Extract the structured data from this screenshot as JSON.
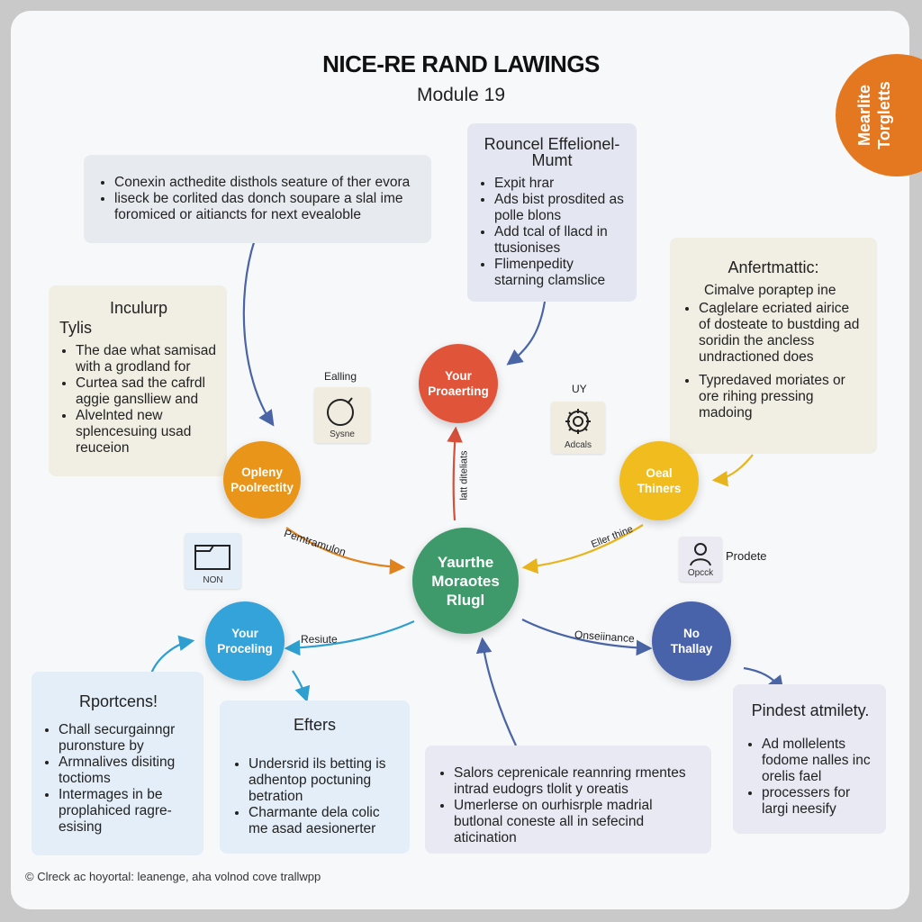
{
  "title": "NICE-RE RAND LAWINGS",
  "subtitle": "Module 19",
  "badge": [
    "Mearlite",
    "Torgletts"
  ],
  "colors": {
    "orange": "#e8951a",
    "red": "#e0553a",
    "yellow": "#f1bc1e",
    "green": "#3e9a6b",
    "blue": "#33a3d9",
    "navy": "#4963ab",
    "badge": "#e47821"
  },
  "boxes": {
    "top_left": {
      "items": [
        "Conexin acthedite disthols seature of ther evora",
        "liseck be corlited das donch soupare a slal ime foromiced or aitiancts for next evealoble"
      ]
    },
    "top_center": {
      "heading": "Rouncel Effelionel-Mumt",
      "items": [
        "Expit hrar",
        "Ads bist prosdited as polle blons",
        "Add tcal of llacd in ttusionises",
        "Flimenpedity starning clamslice"
      ]
    },
    "right": {
      "heading": "Anfertmattic:",
      "intro": "Cimalve poraptep ine",
      "items": [
        "Caglelare ecriated airice of dosteate to bustding ad soridin the ancless undractioned does",
        "Typredaved moriates or ore rihing pressing madoing"
      ]
    },
    "left": {
      "heading": "Inculurp",
      "subheading": "Tylis",
      "items": [
        "The dae what samisad with a grodland for",
        "Curtea sad the cafrdl aggie ganslliew and",
        "Alvelnted new splencesuing usad reuceion"
      ]
    },
    "bottom_left": {
      "heading": "Rportcens!",
      "items": [
        "Chall securgainngr puronsture by",
        "Armnalives disiting toctioms",
        "Intermages in be proplahiced ragre-esising"
      ]
    },
    "bottom_mid": {
      "heading": "Efters",
      "items": [
        "Undersrid ils betting is adhentop poctuning betration",
        "Charmante dela colic me asad aesionerter"
      ]
    },
    "bottom_center": {
      "items": [
        "Salors ceprenicale reannring rmentes intrad eudogrs tlolit y oreatis",
        "Umerlerse on ourhisrple madrial butlonal coneste all in sefecind aticination"
      ]
    },
    "bottom_right": {
      "heading": "Pindest atmilety.",
      "items": [
        "Ad mollelents fodome nalles inc orelis fael",
        "processers for largi neesify"
      ]
    }
  },
  "nodes": {
    "center": "Yaurthe Moraotes Rlugl",
    "top": "Your Proaerting",
    "left": "Opleny Poolrectity",
    "right": "Oeal Thiners",
    "bottom_left": "Your Proceling",
    "bottom_right": "No Thallay"
  },
  "labels": {
    "ealling": "Ealling",
    "sysne": "Sysne",
    "uy": "UY",
    "adcals": "Adcals",
    "non": "NON",
    "opcck": "Opcck",
    "prodete": "Prodete",
    "link_left": "Pemtramulon",
    "link_top": "latt diteliats",
    "link_right": "Eller thine",
    "link_bottom_left": "Resiute",
    "link_bottom_right": "Onseiinance"
  },
  "icons": {
    "ealling": "clock-icon",
    "adcals": "gear-icon",
    "non": "folder-icon",
    "opcck": "person-icon"
  },
  "footer": "© Clreck ac hoyortal: leanenge, aha volnod cove trallwpp"
}
